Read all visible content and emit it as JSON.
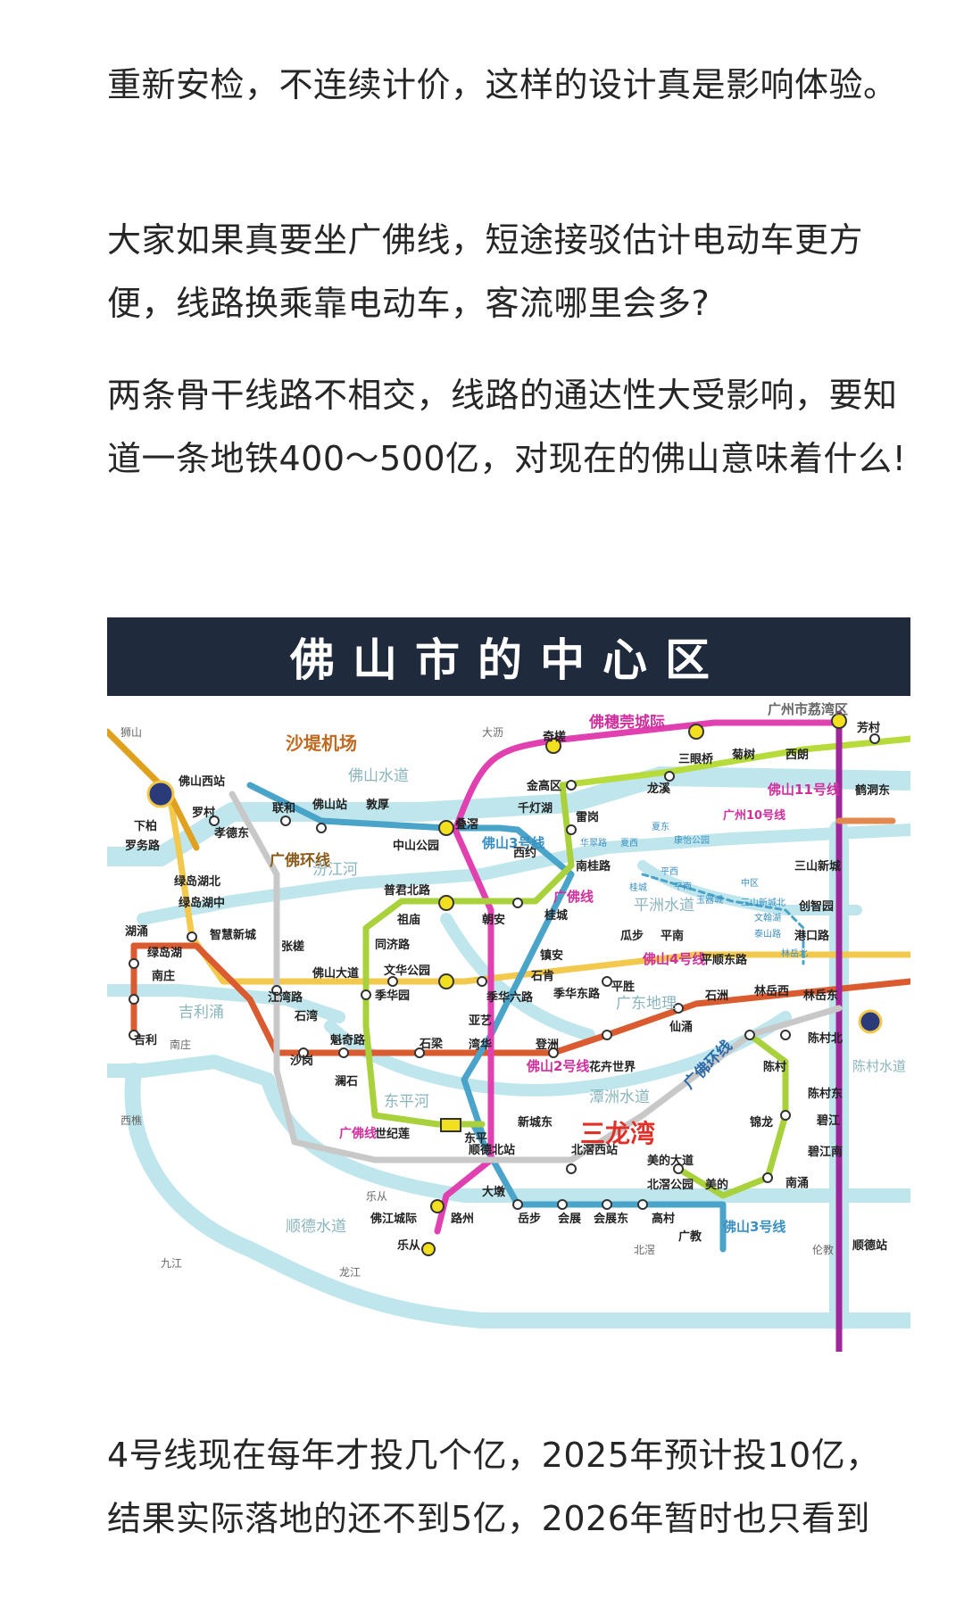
{
  "article": {
    "paragraphs": [
      "重新安检，不连续计价，这样的设计真是影响体验。",
      "大家如果真要坐广佛线，短途接驳估计电动车更方便，线路换乘靠电动车，客流哪里会多?",
      "两条骨干线路不相交，线路的通达性大受影响，要知道一条地铁400～500亿，对现在的佛山意味着什么!",
      "4号线现在每年才投几个亿，2025年预计投10亿，结果实际落地的还不到5亿，2026年暂时也只看到"
    ]
  },
  "map": {
    "title": "佛山市的中心区",
    "colors": {
      "title_bar": "#1f2a3c",
      "water": "#bfe6ec",
      "line_guangfo": "#a8d13c",
      "line_3": "#4aa3c9",
      "line_2": "#d95b2f",
      "line_4": "#f2c94c",
      "line_huisui": "#e040b0",
      "line_11": "#b7db3a",
      "line_10": "#e08a50",
      "line_purple": "#a0269a",
      "line_1": "#e0a020",
      "line_ring": "#c8c8c8"
    },
    "line_labels": [
      {
        "text": "佛穗莞城际",
        "color": "#d0309e"
      },
      {
        "text": "广州市荔湾区",
        "color": "#666666"
      },
      {
        "text": "佛山11号线",
        "color": "#d0309e"
      },
      {
        "text": "广州10号线",
        "color": "#d0309e"
      },
      {
        "text": "佛山3号线",
        "color": "#3a8fc2"
      },
      {
        "text": "广佛线",
        "color": "#d0309e"
      },
      {
        "text": "佛山4号线",
        "color": "#d0309e"
      },
      {
        "text": "佛山2号线",
        "color": "#d0309e"
      },
      {
        "text": "广佛环线",
        "color": "#2a6aa8"
      },
      {
        "text": "广佛环线",
        "color": "#8a5a1a"
      },
      {
        "text": "沙堤机场",
        "color": "#c06a20"
      },
      {
        "text": "三龙湾",
        "color": "#e0302a"
      },
      {
        "text": "佛山3号线",
        "color": "#3a8fc2"
      },
      {
        "text": "广佛线",
        "color": "#d0309e"
      }
    ],
    "areas": [
      {
        "text": "佛山水道"
      },
      {
        "text": "汾江河"
      },
      {
        "text": "平洲水道"
      },
      {
        "text": "吉利涌"
      },
      {
        "text": "东平河"
      },
      {
        "text": "潭洲水道"
      },
      {
        "text": "广东地理"
      },
      {
        "text": "顺德水道"
      },
      {
        "text": "陈村水道"
      },
      {
        "text": "狮山"
      },
      {
        "text": "大沥"
      },
      {
        "text": "西樵"
      },
      {
        "text": "南庄"
      },
      {
        "text": "乐从"
      },
      {
        "text": "九江"
      },
      {
        "text": "龙江"
      },
      {
        "text": "北滘"
      },
      {
        "text": "伦教"
      }
    ],
    "stations": [
      {
        "text": "佛山西站"
      },
      {
        "text": "罗村"
      },
      {
        "text": "孝德东"
      },
      {
        "text": "联和"
      },
      {
        "text": "佛山站"
      },
      {
        "text": "敦厚"
      },
      {
        "text": "叠滘"
      },
      {
        "text": "中山公园"
      },
      {
        "text": "西约"
      },
      {
        "text": "奇槎"
      },
      {
        "text": "三眼桥"
      },
      {
        "text": "菊树"
      },
      {
        "text": "西朗"
      },
      {
        "text": "芳村"
      },
      {
        "text": "鹤洞东"
      },
      {
        "text": "金高区"
      },
      {
        "text": "千灯湖"
      },
      {
        "text": "雷岗"
      },
      {
        "text": "龙溪"
      },
      {
        "text": "南桂路"
      },
      {
        "text": "普君北路"
      },
      {
        "text": "祖庙"
      },
      {
        "text": "朝安"
      },
      {
        "text": "桂城"
      },
      {
        "text": "同济路"
      },
      {
        "text": "文华公园"
      },
      {
        "text": "张槎"
      },
      {
        "text": "佛山大道"
      },
      {
        "text": "季华园"
      },
      {
        "text": "江湾路"
      },
      {
        "text": "智慧新城"
      },
      {
        "text": "镇安"
      },
      {
        "text": "石肯"
      },
      {
        "text": "季华六路"
      },
      {
        "text": "季华东路"
      },
      {
        "text": "平胜"
      },
      {
        "text": "瓜步"
      },
      {
        "text": "平南"
      },
      {
        "text": "平顺东路"
      },
      {
        "text": "港口路"
      },
      {
        "text": "林岳北"
      },
      {
        "text": "林岳西"
      },
      {
        "text": "林岳东"
      },
      {
        "text": "石洲"
      },
      {
        "text": "三山新城"
      },
      {
        "text": "创智园"
      },
      {
        "text": "仙涌"
      },
      {
        "text": "亚艺"
      },
      {
        "text": "湾华"
      },
      {
        "text": "登洲"
      },
      {
        "text": "花卉世界"
      },
      {
        "text": "石梁"
      },
      {
        "text": "魁奇路"
      },
      {
        "text": "石湾"
      },
      {
        "text": "沙岗"
      },
      {
        "text": "澜石"
      },
      {
        "text": "湖涌"
      },
      {
        "text": "绿岛湖"
      },
      {
        "text": "南庄"
      },
      {
        "text": "吉利"
      },
      {
        "text": "下柏"
      },
      {
        "text": "罗务路"
      },
      {
        "text": "绿岛湖北"
      },
      {
        "text": "绿岛湖中"
      },
      {
        "text": "世纪莲"
      },
      {
        "text": "东平"
      },
      {
        "text": "新城东"
      },
      {
        "text": "顺德北站"
      },
      {
        "text": "北滘西站"
      },
      {
        "text": "美的大道"
      },
      {
        "text": "北滘公园"
      },
      {
        "text": "美的"
      },
      {
        "text": "大墩"
      },
      {
        "text": "岳步"
      },
      {
        "text": "会展"
      },
      {
        "text": "会展东"
      },
      {
        "text": "高村"
      },
      {
        "text": "广教"
      },
      {
        "text": "佛江城际"
      },
      {
        "text": "路州"
      },
      {
        "text": "乐从"
      },
      {
        "text": "陈村北"
      },
      {
        "text": "陈村"
      },
      {
        "text": "陈村东"
      },
      {
        "text": "锦龙"
      },
      {
        "text": "碧江"
      },
      {
        "text": "碧江南"
      },
      {
        "text": "南涌"
      },
      {
        "text": "顺德站"
      },
      {
        "text": "夏东"
      },
      {
        "text": "华翠路"
      },
      {
        "text": "夏西"
      },
      {
        "text": "康怡公园"
      },
      {
        "text": "平西"
      },
      {
        "text": "平南"
      },
      {
        "text": "玉器城"
      },
      {
        "text": "桂城"
      },
      {
        "text": "中区"
      },
      {
        "text": "三山新城北"
      },
      {
        "text": "文翰湖"
      },
      {
        "text": "泰山路"
      },
      {
        "text": "林岳北"
      }
    ]
  }
}
